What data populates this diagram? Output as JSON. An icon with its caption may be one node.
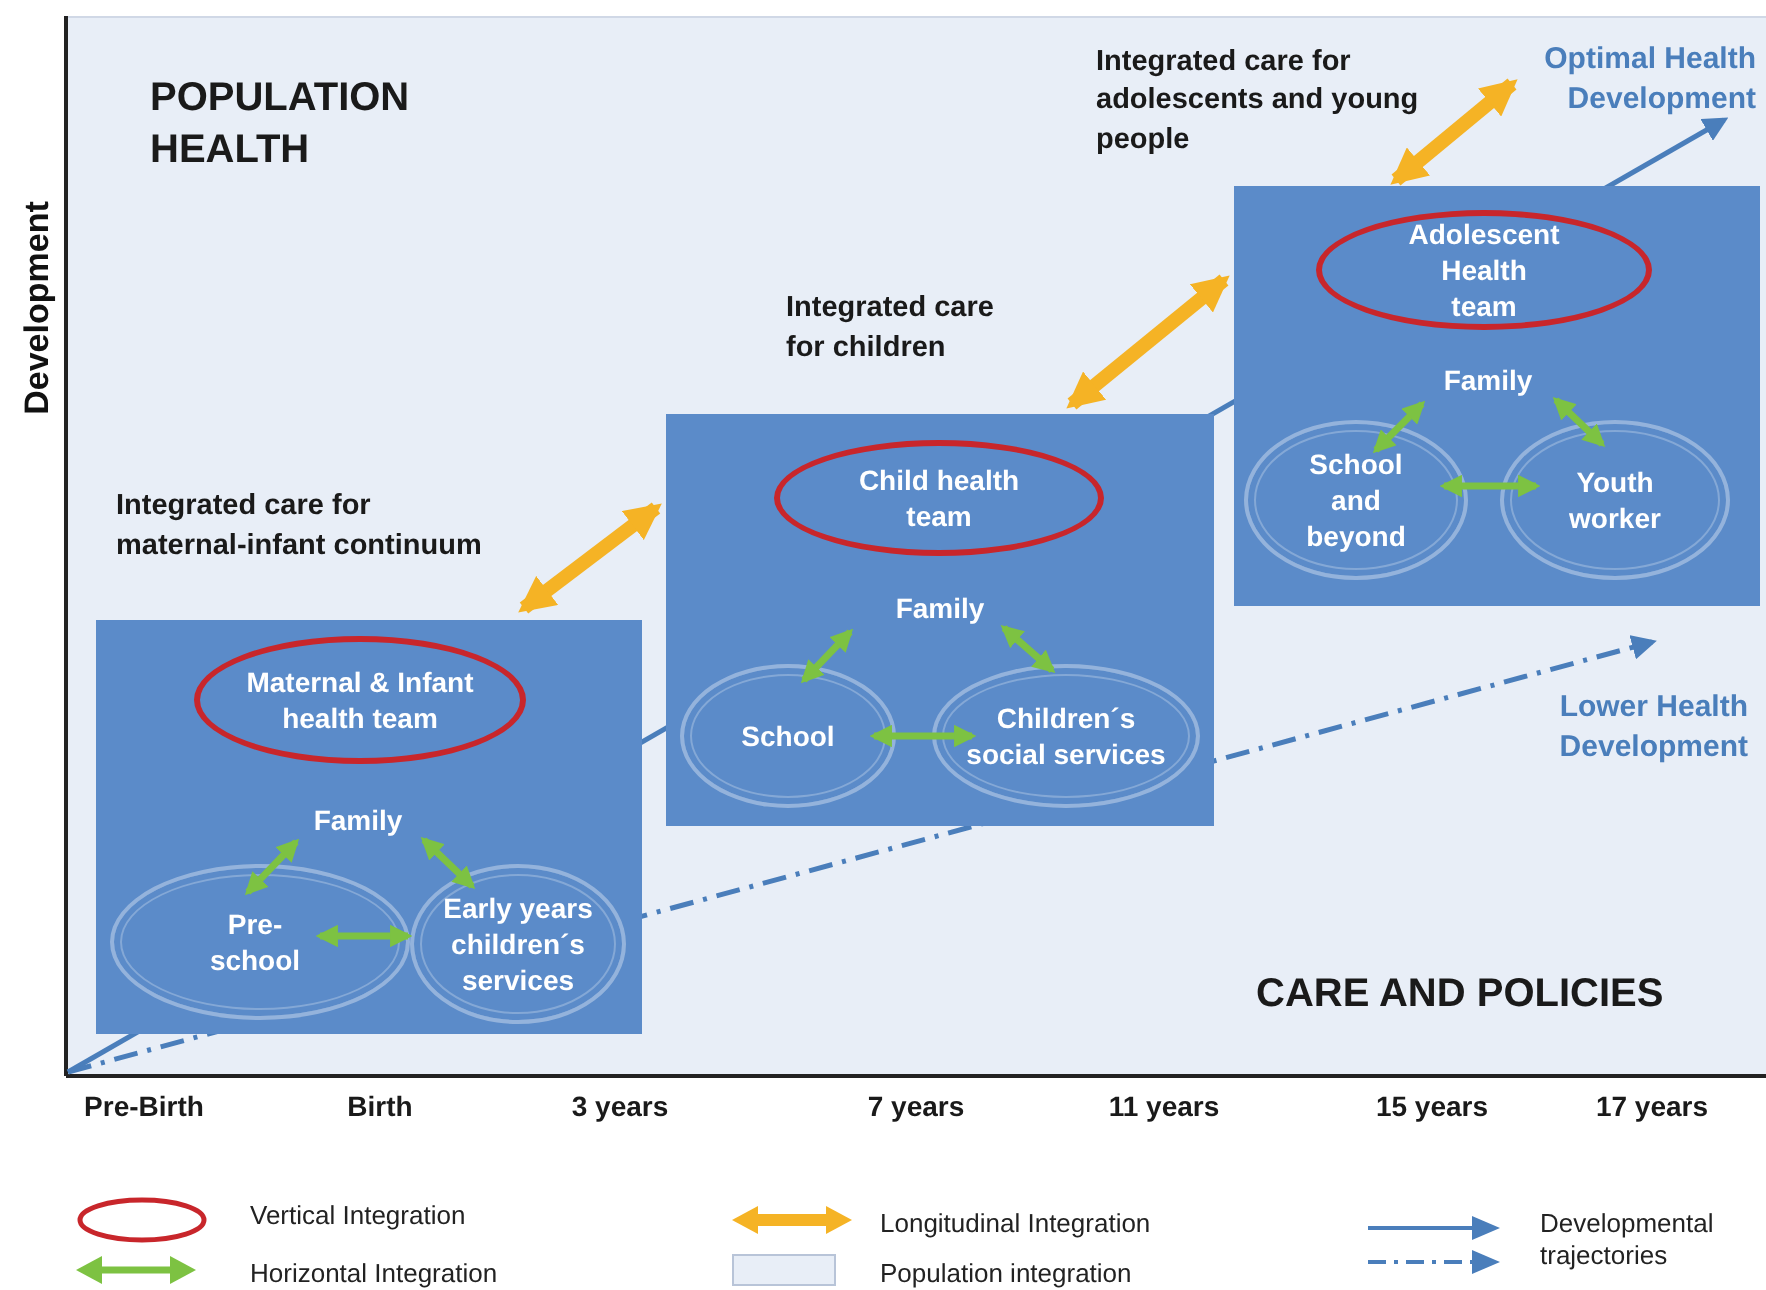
{
  "diagram": {
    "nodes": [
      {
        "text": [],
        "shape": "box"
      },
      {
        "text": [
          "Maternal & Infant health team"
        ],
        "in": 0
      },
      {
        "text": [
          "Family"
        ],
        "in": 0
      },
      {
        "text": [
          "Pre-school"
        ],
        "in": 0
      },
      {
        "text": [
          "Early years children´s services"
        ],
        "in": 0
      },
      {
        "text": [],
        "shape": "box"
      },
      {
        "text": [
          "Child health team"
        ],
        "in": 5
      },
      {
        "text": [
          "Family"
        ],
        "in": 5
      },
      {
        "text": [
          "School"
        ],
        "in": 5
      },
      {
        "text": [
          "Children´s social services"
        ],
        "in": 5
      },
      {
        "text": [],
        "shape": "box"
      },
      {
        "text": [
          "Adolescent Health team"
        ],
        "in": 10
      },
      {
        "text": [
          "Family"
        ],
        "in": 10
      },
      {
        "text": [
          "School and beyond"
        ],
        "in": 10
      },
      {
        "text": [
          "Youth worker"
        ],
        "in": 10
      },
      {
        "text": [
          "Integrated care for maternal-infant continuum"
        ]
      },
      {
        "text": [
          "Integrated care for children"
        ]
      },
      {
        "text": [
          "Integrated care for adolescents and young people"
        ]
      },
      {
        "text": [
          "Optimal Health Development"
        ]
      },
      {
        "text": [
          "Lower Health Development"
        ]
      }
    ],
    "edges": [
      {
        "from": 2,
        "to": 3,
        "arrow": "both"
      },
      {
        "from": 2,
        "to": 4,
        "arrow": "both"
      },
      {
        "from": 3,
        "to": 4,
        "arrow": "both"
      },
      {
        "from": 7,
        "to": 8,
        "arrow": "both"
      },
      {
        "from": 7,
        "to": 9,
        "arrow": "both"
      },
      {
        "from": 8,
        "to": 9,
        "arrow": "both"
      },
      {
        "from": 12,
        "to": 13,
        "arrow": "both"
      },
      {
        "from": 12,
        "to": 14,
        "arrow": "both"
      },
      {
        "from": 13,
        "to": 14,
        "arrow": "both"
      },
      {
        "from": 0,
        "to": 5,
        "arrow": "both",
        "style": "thick",
        "color": "#f5b325"
      },
      {
        "from": 5,
        "to": 10,
        "arrow": "both",
        "style": "thick",
        "color": "#f5b325"
      },
      {
        "from": 10,
        "to": 18,
        "arrow": "both",
        "style": "thick",
        "color": "#f5b325"
      },
      {
        "from": null,
        "to": 18,
        "arrow": "to",
        "color": "#4a7ebb"
      },
      {
        "from": null,
        "to": 19,
        "arrow": "to",
        "style": "dashed",
        "color": "#4a7ebb"
      }
    ],
    "labels": [
      "POPULATION HEALTH",
      "Development",
      "CARE AND POLICIES",
      "Pre-Birth",
      "Birth",
      "3 years",
      "7 years",
      "11 years",
      "15 years",
      "17 years"
    ],
    "legend": [
      {
        "text": "Vertical Integration"
      },
      {
        "text": "Horizontal Integration"
      },
      {
        "text": "Longitudinal Integration"
      },
      {
        "text": "Population integration",
        "color": "#e8eef7"
      },
      {
        "text": "Developmental trajectories"
      }
    ]
  }
}
